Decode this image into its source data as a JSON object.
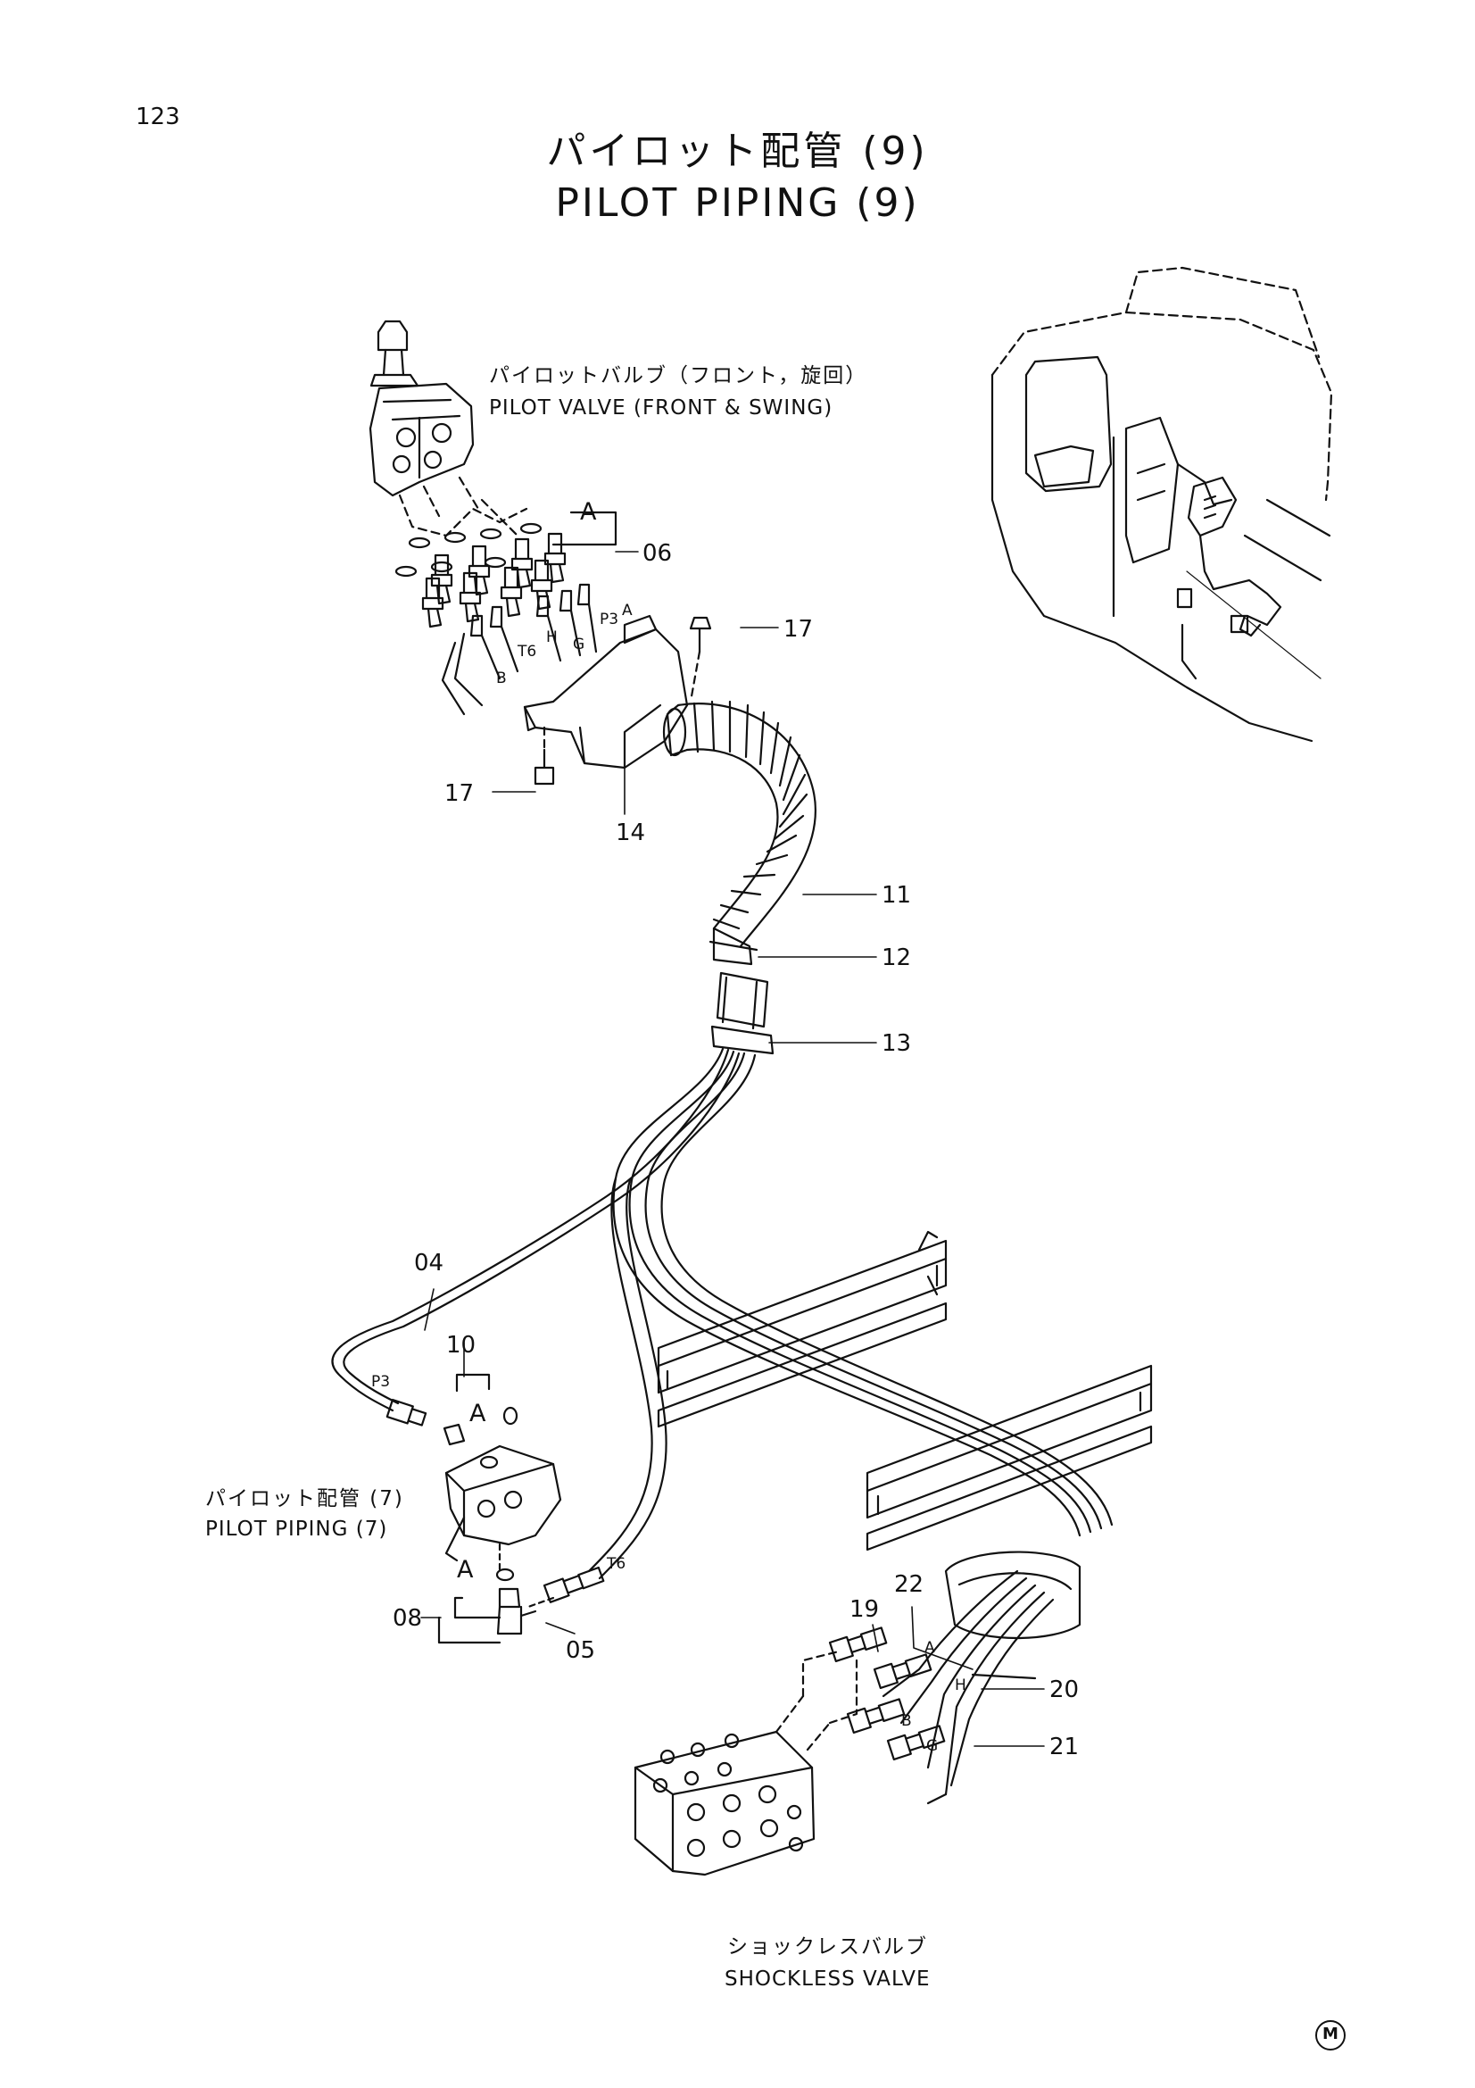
{
  "page_number": "123",
  "title": {
    "japanese": "パイロット配管 (9)",
    "english": "PILOT PIPING (9)"
  },
  "callouts": {
    "pilot_valve": {
      "japanese": "パイロットバルブ（フロント，旋回）",
      "english": "PILOT VALVE (FRONT & SWING)"
    },
    "pilot_piping_7": {
      "japanese": "パイロット配管 (7)",
      "english": "PILOT PIPING (7)"
    },
    "shockless_valve": {
      "japanese": "ショックレスバルブ",
      "english": "SHOCKLESS VALVE"
    }
  },
  "part_numbers": {
    "p06": "06",
    "p17_top": "17",
    "p17_bottom": "17",
    "p14": "14",
    "p11": "11",
    "p12": "12",
    "p13": "13",
    "p04": "04",
    "p10": "10",
    "p08": "08",
    "p05": "05",
    "p19": "19",
    "p22": "22",
    "p20": "20",
    "p21": "21"
  },
  "group_marks": {
    "a_top": "A",
    "a_middle": "A",
    "a_lower": "A"
  },
  "port_labels": {
    "p3_top": "P3",
    "a_top": "A",
    "h_top": "H",
    "g_top": "G",
    "t6_top": "T6",
    "b_top": "B",
    "p3_left": "P3",
    "t6_lower": "T6",
    "a_valve": "A",
    "h_valve": "H",
    "b_valve": "B",
    "g_valve": "G"
  },
  "symbol": "M"
}
